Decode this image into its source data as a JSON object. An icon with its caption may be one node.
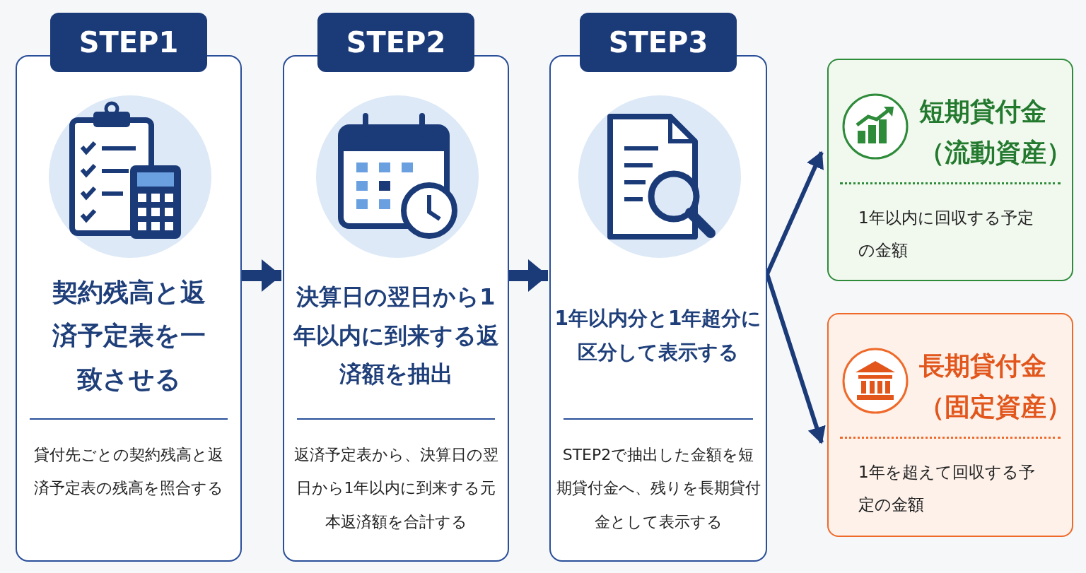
{
  "diagram": {
    "nodes": [
      {
        "text": [
          "STEP1",
          "契約残高と返済予定表を一致させる",
          "貸付先ごとの契約残高と返済予定表の残高を照合する"
        ]
      },
      {
        "text": [
          "STEP2",
          "決算日の翌日から1年以内に到来する返済額を抽出",
          "返済予定表から、決算日の翌日から1年以内に到来する元本返済額を合計する"
        ]
      },
      {
        "text": [
          "STEP3",
          "1年以内分と1年超分に区分して表示する",
          "STEP2で抽出した金額を短期貸付金へ、残りを長期貸付金として表示する"
        ]
      },
      {
        "text": [
          "短期貸付金（流動資産）",
          "1年以内に回収する予定の金額"
        ]
      },
      {
        "text": [
          "長期貸付金（固定資産）",
          "1年を超えて回収する予定の金額"
        ]
      }
    ],
    "edges": [
      {
        "from": 0,
        "to": 1,
        "arrow": "to",
        "style": "thick"
      },
      {
        "from": 1,
        "to": 2,
        "arrow": "to",
        "style": "thick"
      },
      {
        "from": 2,
        "to": 3,
        "arrow": "to"
      },
      {
        "from": 2,
        "to": 4,
        "arrow": "to"
      }
    ]
  }
}
